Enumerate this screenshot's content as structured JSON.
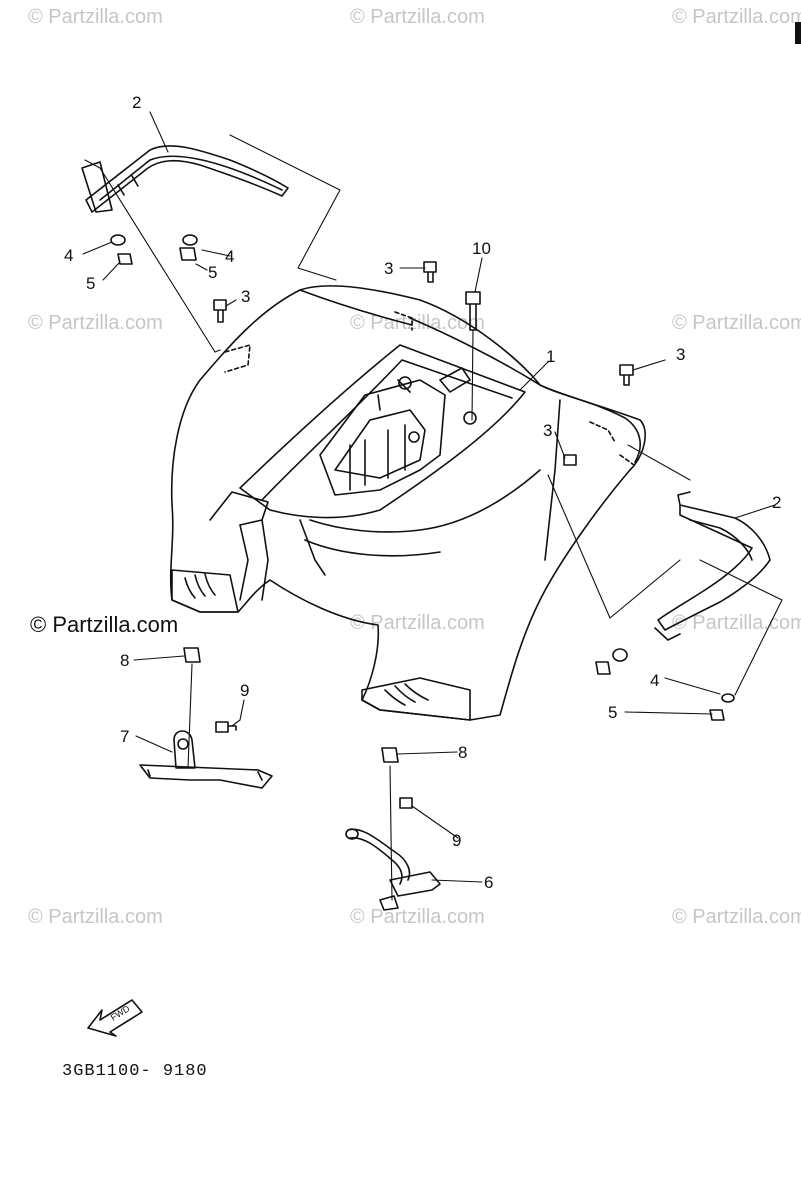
{
  "watermarks": {
    "text": "© Partzilla.com",
    "dark_text": "© Partzilla.com"
  },
  "fwd_label": "FWD",
  "diagram_code": "3GB1100- 9180",
  "callouts": [
    "1",
    "2",
    "2",
    "3",
    "3",
    "3",
    "3",
    "4",
    "4",
    "4",
    "5",
    "5",
    "5",
    "6",
    "7",
    "8",
    "8",
    "9",
    "9",
    "10"
  ]
}
